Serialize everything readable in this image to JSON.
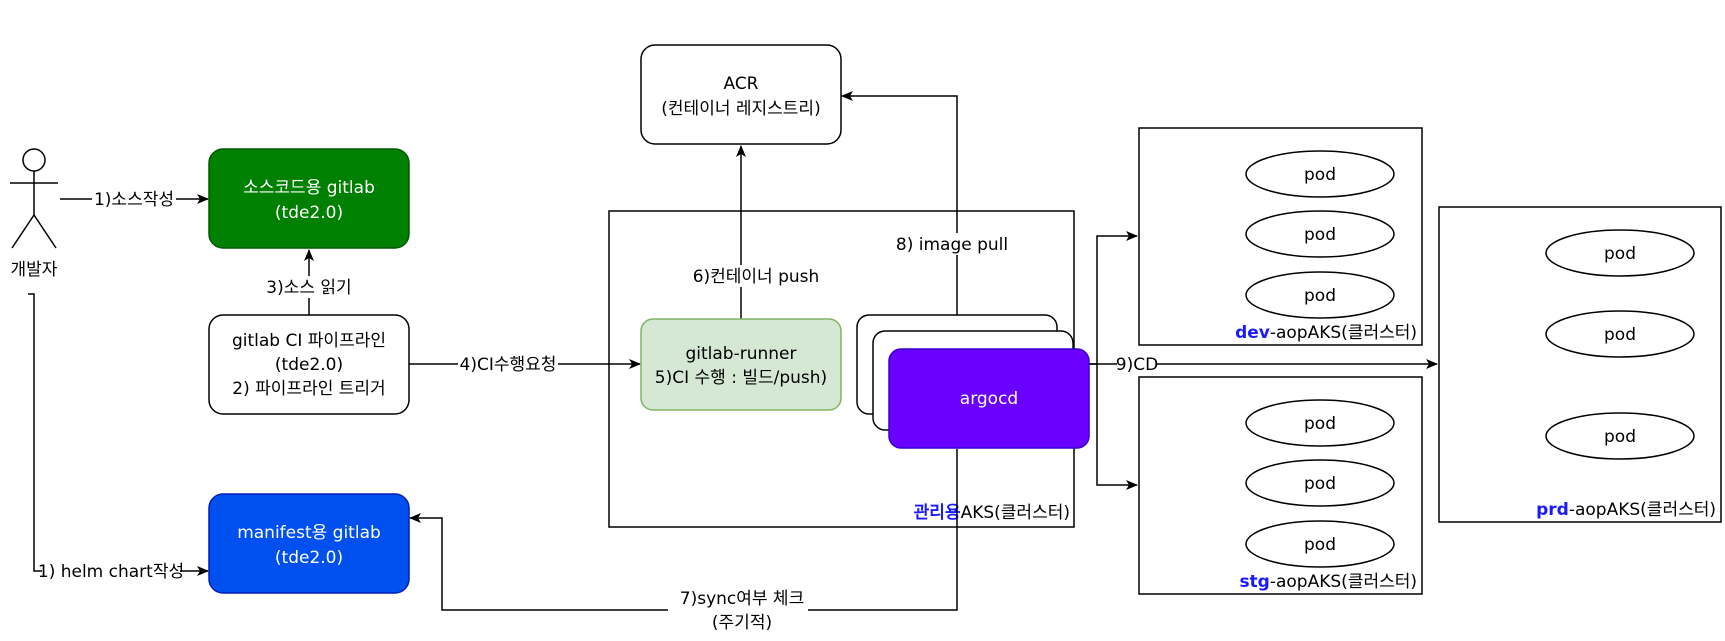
{
  "actor": {
    "label": "개발자"
  },
  "nodes": {
    "acr": {
      "line1": "ACR",
      "line2": "(컨테이너 레지스트리)"
    },
    "src_gitlab": {
      "line1": "소스코드용 gitlab",
      "line2": "(tde2.0)",
      "fill": "#008000"
    },
    "ci_pipeline": {
      "line1": "gitlab CI 파이프라인",
      "line2": "(tde2.0)",
      "line3": "2) 파이프라인 트리거"
    },
    "runner": {
      "line1": "gitlab-runner",
      "line2": "5)CI 수행 : 빌드/push)",
      "fill": "#d5e8d4",
      "stroke": "#82b366"
    },
    "argocd": {
      "label": "argocd",
      "fill": "#6a00ff"
    },
    "manifest_gitlab": {
      "line1": "manifest용 gitlab",
      "line2": "(tde2.0)",
      "fill": "#0050ef"
    }
  },
  "clusters": {
    "mgmt": {
      "prefix": "관리용",
      "suffix": "AKS(클러스터)"
    },
    "dev": {
      "prefix": "dev",
      "suffix": "-aopAKS(클러스터)",
      "pods": [
        "pod",
        "pod",
        "pod"
      ]
    },
    "stg": {
      "prefix": "stg",
      "suffix": "-aopAKS(클러스터)",
      "pods": [
        "pod",
        "pod",
        "pod"
      ]
    },
    "prd": {
      "prefix": "prd",
      "suffix": "-aopAKS(클러스터)",
      "pods": [
        "pod",
        "pod",
        "pod"
      ]
    }
  },
  "edges": {
    "e1": "1)소스작성",
    "e1b": "1) helm chart작성",
    "e3": "3)소스 읽기",
    "e4": "4)CI수행요청",
    "e6": "6)컨테이너 push",
    "e7a": "7)sync여부 체크",
    "e7b": "(주기적)",
    "e8": "8) image pull",
    "e9": "9)CD"
  },
  "colors": {
    "accent_label": "#1a1aff"
  }
}
